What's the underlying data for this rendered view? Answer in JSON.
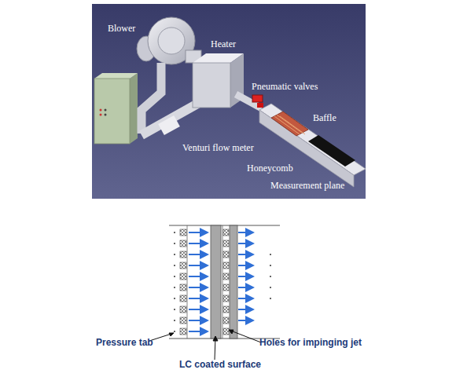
{
  "diagram": {
    "labels": [
      "Blower",
      "Heater",
      "Pneumatic valves",
      "Baffle",
      "Venturi flow meter",
      "Honeycomb",
      "Measurement plane",
      "Pressure tab",
      "LC coated surface",
      "Holes for impinging jet"
    ]
  }
}
